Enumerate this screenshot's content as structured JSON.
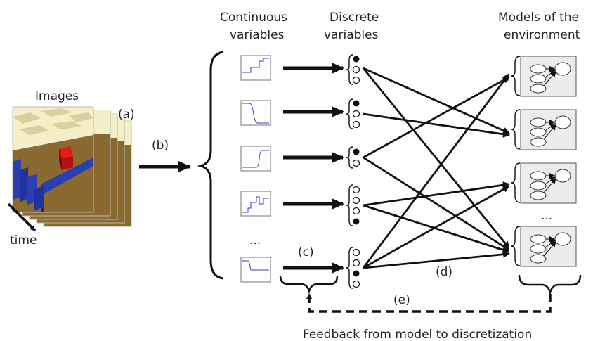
{
  "labels": {
    "images": "Images",
    "time": "time",
    "continuous_line1": "Continuous",
    "continuous_line2": "variables",
    "discrete_line1": "Discrete",
    "discrete_line2": "variables",
    "models_line1": "Models of the",
    "models_line2": "environment",
    "ellipsis_signals": "...",
    "ellipsis_models": "...",
    "feedback": "Feedback from model to discretization"
  },
  "tags": {
    "a": "(a)",
    "b": "(b)",
    "c": "(c)",
    "d": "(d)",
    "e": "(e)"
  },
  "colors": {
    "ink": "#111111",
    "signal_line": "#3a3fa6",
    "model_box_fill": "#ececec",
    "floor": "#8a6a30",
    "checker_light": "#f4eec9",
    "checker_dark": "#dccf9f",
    "block_red": "#e31b1b",
    "wall_blue": "#2a3fb0"
  },
  "discrete_variables": [
    {
      "states": 3,
      "active_index": 0
    },
    {
      "states": 3,
      "active_index": 0
    },
    {
      "states": 2,
      "active_index": 0
    },
    {
      "states": 4,
      "active_index": 3
    },
    {
      "states": 4,
      "active_index": 2
    }
  ],
  "models_count": 4,
  "edges": [
    [
      "var-1",
      "model-2"
    ],
    [
      "var-1",
      "model-4"
    ],
    [
      "var-2",
      "model-2"
    ],
    [
      "var-3",
      "model-1"
    ],
    [
      "var-3",
      "model-4"
    ],
    [
      "var-4",
      "model-3"
    ],
    [
      "var-4",
      "model-4"
    ],
    [
      "var-5",
      "model-1"
    ],
    [
      "var-5",
      "model-3"
    ],
    [
      "var-5",
      "model-4"
    ]
  ]
}
